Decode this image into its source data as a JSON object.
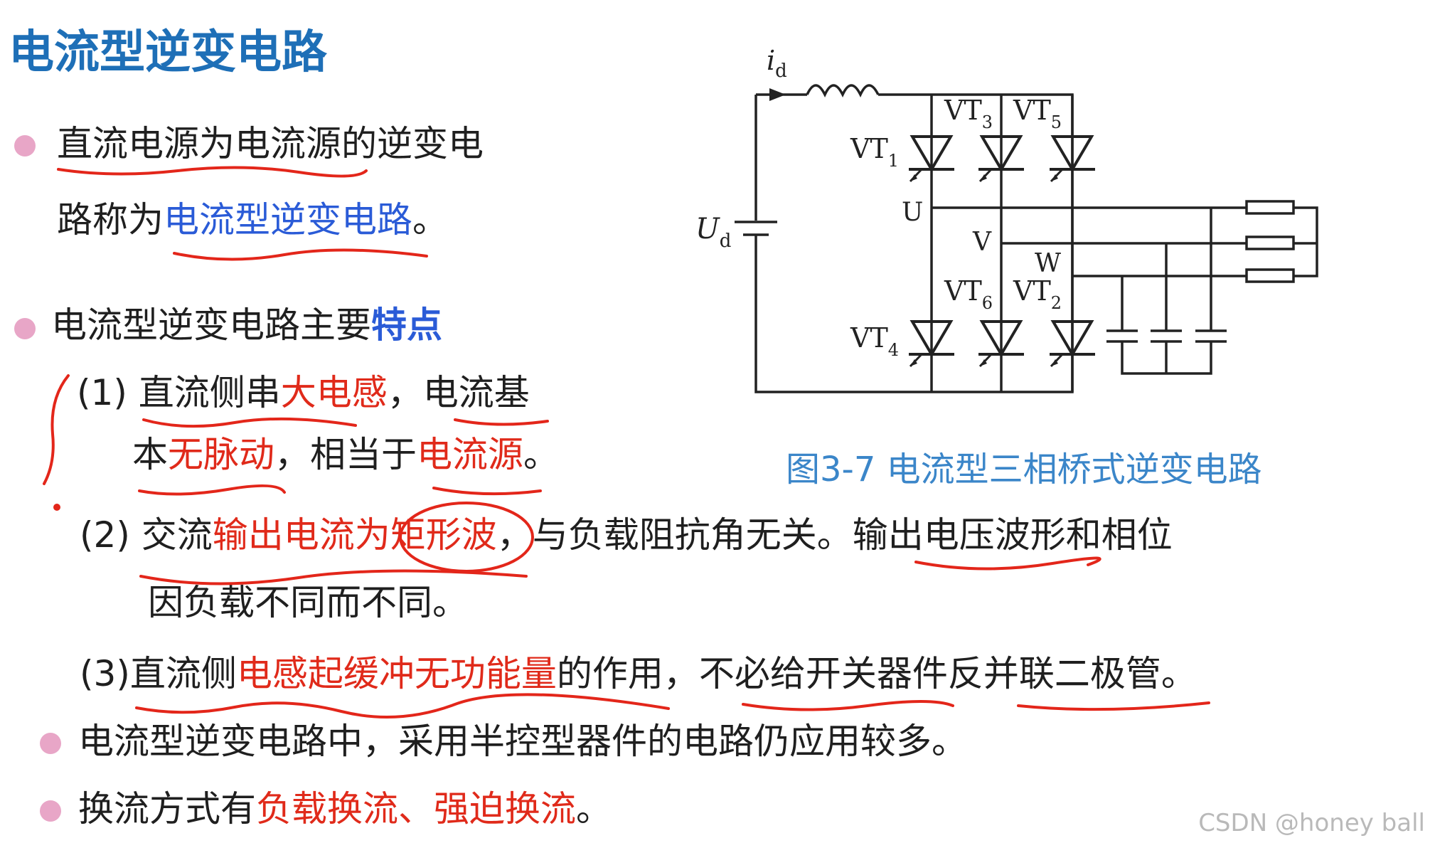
{
  "title": "电流型逆变电路",
  "bullets": {
    "b1_line1": "直流电源为电流源的逆变电",
    "b1_line2_prefix": "路称为",
    "b1_line2_hl": "电流型逆变电路",
    "b1_line2_end": "。",
    "b2_prefix": "电流型逆变电路主要",
    "b2_hl": "特点",
    "p1_a": "(1) 直流侧串",
    "p1_b": "大电感",
    "p1_c": "，电流基",
    "p1_d": "本",
    "p1_e": "无脉动",
    "p1_f": "，相当于",
    "p1_g": "电流源",
    "p1_h": "。",
    "p2_a": "(2) 交流",
    "p2_b": "输出电流为矩形波",
    "p2_c": "，与负载阻抗角无关。输出电压波形和相位",
    "p2_d": "因负载不同而不同。",
    "p3_a": "(3)直流侧",
    "p3_b": "电感起缓冲无功能量",
    "p3_c": "的作用，不必给开关器件反并联二极管。",
    "b3": "电流型逆变电路中，采用半控型器件的电路仍应用较多。",
    "b4_a": "换流方式有",
    "b4_b": "负载换流、强迫换流",
    "b4_c": "。"
  },
  "circuit": {
    "id_label": "i",
    "id_sub": "d",
    "ud_label": "U",
    "ud_sub": "d",
    "vt1": "VT",
    "vt1_sub": "1",
    "vt3": "VT",
    "vt3_sub": "3",
    "vt5": "VT",
    "vt5_sub": "5",
    "vt4": "VT",
    "vt4_sub": "4",
    "vt6": "VT",
    "vt6_sub": "6",
    "vt2": "VT",
    "vt2_sub": "2",
    "node_u": "U",
    "node_v": "V",
    "node_w": "W"
  },
  "caption": "图3-7 电流型三相桥式逆变电路",
  "watermark": "CSDN @honey ball"
}
